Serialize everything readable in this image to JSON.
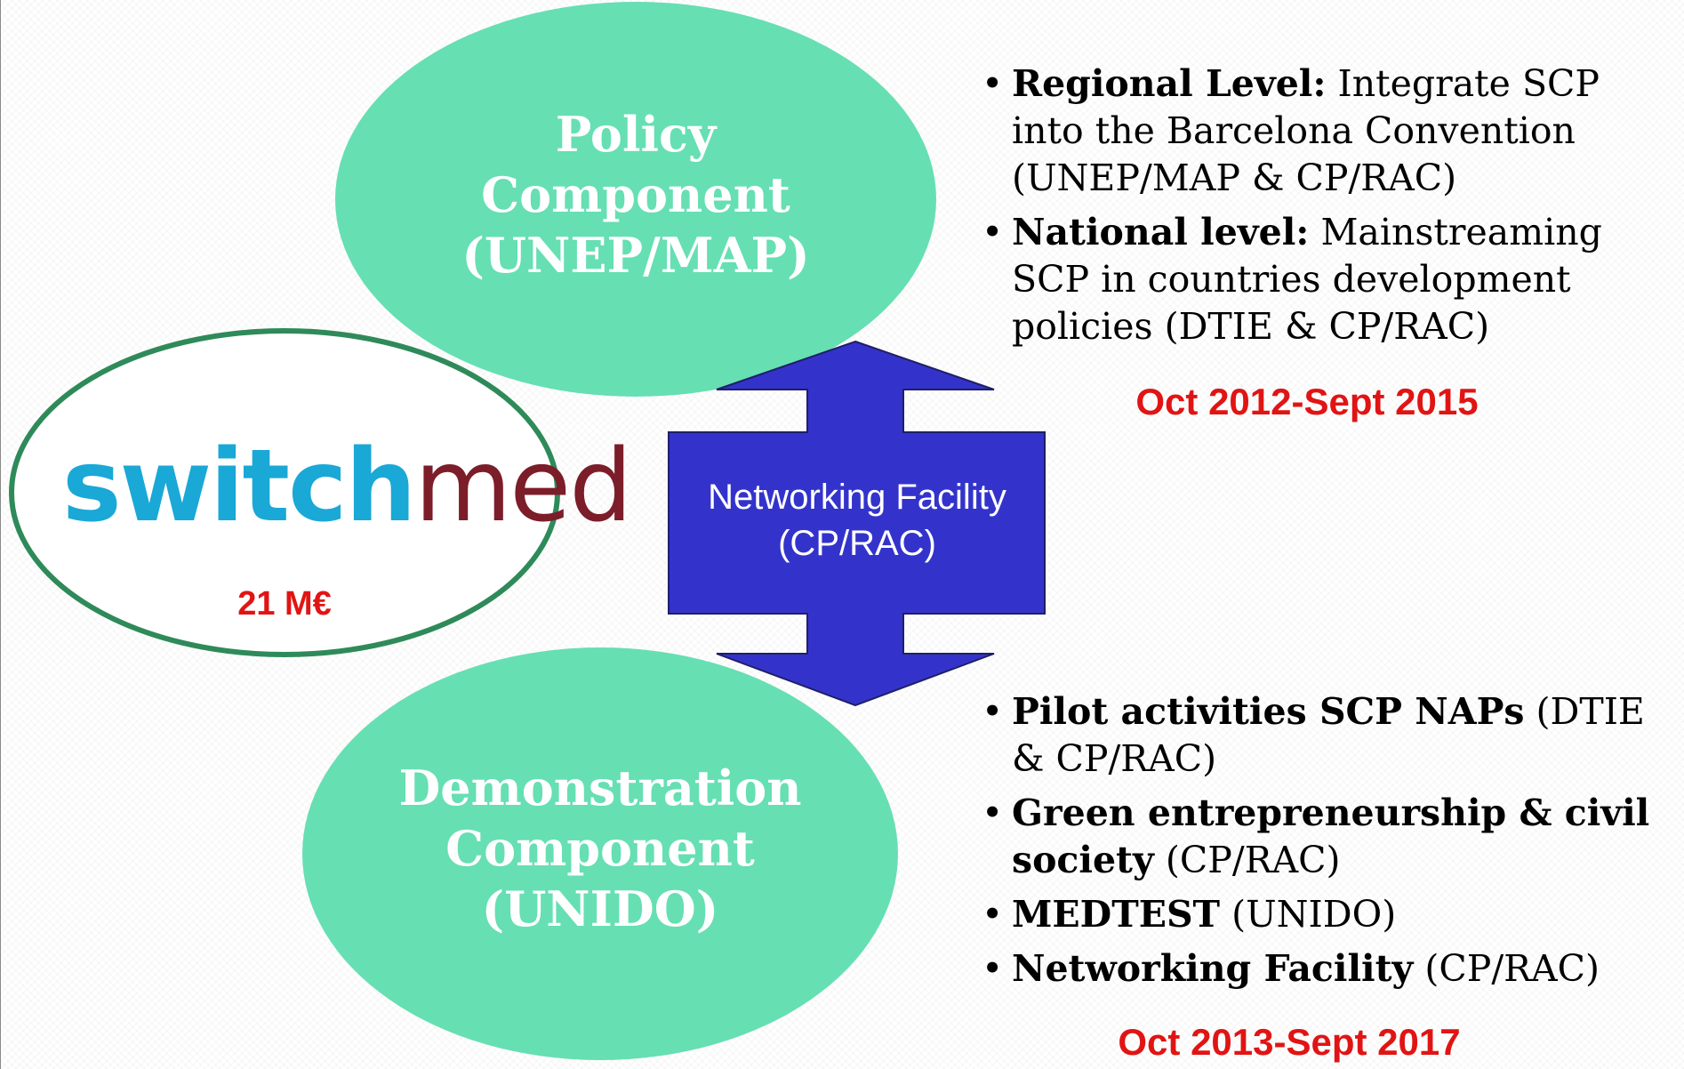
{
  "policy": {
    "lines": [
      "Policy",
      "Component",
      "(UNEP/MAP)"
    ]
  },
  "demo": {
    "lines": [
      "Demonstration",
      "Component",
      "(UNIDO)"
    ]
  },
  "logo": {
    "part1": "switch",
    "part2": "med"
  },
  "budget": "21 M€",
  "networking": {
    "lines": [
      "Networking Facility",
      "(CP/RAC)"
    ]
  },
  "policy_bullets": [
    {
      "bold": "Regional Level:",
      "text": " Integrate SCP into the Barcelona Convention (UNEP/MAP & CP/RAC)"
    },
    {
      "bold": "National level:",
      "text": " Mainstreaming SCP in countries development policies (DTIE & CP/RAC)"
    }
  ],
  "policy_date": "Oct 2012-Sept 2015",
  "demo_bullets": [
    {
      "bold": "Pilot activities SCP NAPs",
      "text": " (DTIE & CP/RAC)"
    },
    {
      "bold": "Green entrepreneurship & civil society",
      "text": " (CP/RAC)"
    },
    {
      "bold": "MEDTEST",
      "text": " (UNIDO)"
    },
    {
      "bold": "Networking Facility",
      "text": " (CP/RAC)"
    }
  ],
  "demo_date": "Oct 2013-Sept 2017",
  "bullet_glyph": "•",
  "colors": {
    "oval_fill": "#66dfb3",
    "logo_border": "#2f8a5a",
    "arrow_fill": "#3333cc",
    "date_red": "#e11414",
    "switch_blue": "#1aa8d6",
    "med_maroon": "#7c1d2a"
  }
}
